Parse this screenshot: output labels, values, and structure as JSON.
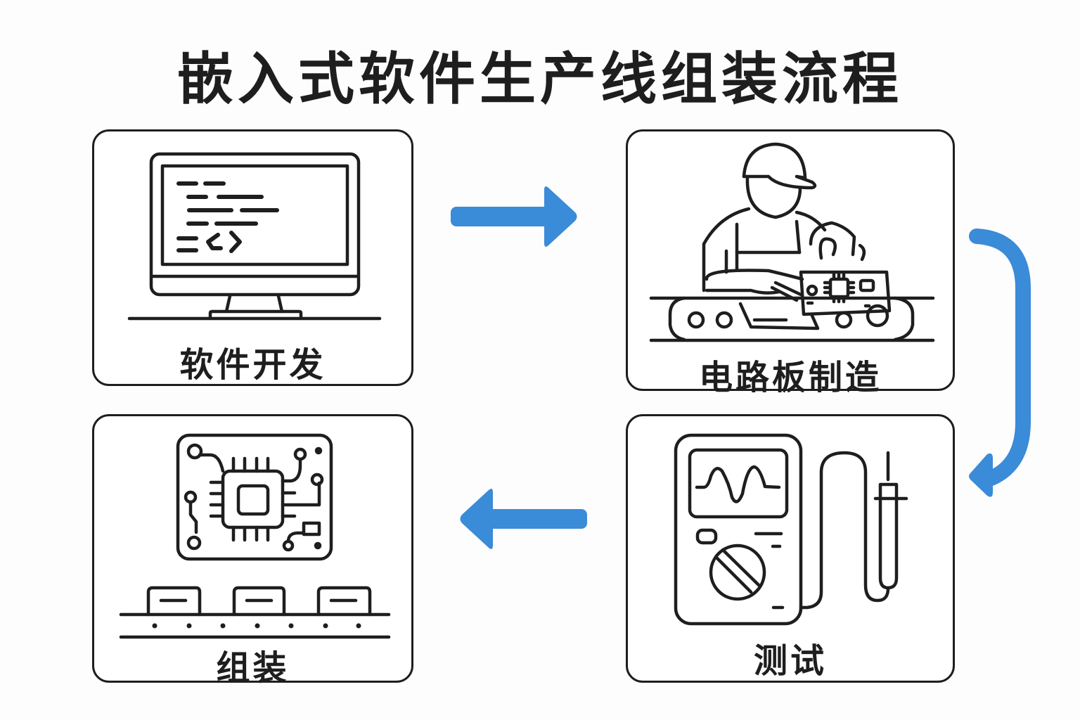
{
  "title": "嵌入式软件生产线组装流程",
  "colors": {
    "accent": "#3a8bd8",
    "stroke": "#1e1e1e",
    "background": "#fdfdfd"
  },
  "steps": [
    {
      "id": "software-dev",
      "label": "软件开发",
      "icon": "computer-monitor-code-icon"
    },
    {
      "id": "pcb-manufacturing",
      "label": "电路板制造",
      "icon": "worker-assembling-pcb-icon"
    },
    {
      "id": "testing",
      "label": "测试",
      "icon": "multimeter-icon"
    },
    {
      "id": "assembly",
      "label": "组装",
      "icon": "chip-conveyor-icon"
    }
  ],
  "flow": [
    {
      "from": "软件开发",
      "to": "电路板制造",
      "direction": "right"
    },
    {
      "from": "电路板制造",
      "to": "测试",
      "direction": "down"
    },
    {
      "from": "测试",
      "to": "组装",
      "direction": "left"
    }
  ]
}
